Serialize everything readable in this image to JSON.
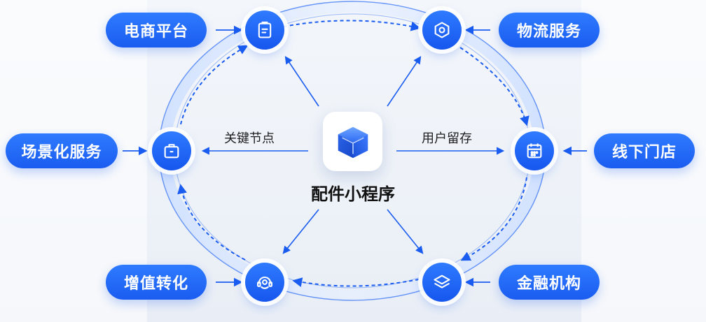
{
  "center": {
    "title": "配件小程序",
    "icon": "cube-box-icon"
  },
  "edge_labels": {
    "left": "关键节点",
    "right": "用户留存"
  },
  "pills": {
    "ecommerce": "电商平台",
    "logistics": "物流服务",
    "scene": "场景化服务",
    "offline": "线下门店",
    "value": "增值转化",
    "finance": "金融机构"
  },
  "nodes": {
    "ecommerce": "clipboard-icon",
    "logistics": "hexagon-gear-icon",
    "scene": "briefcase-icon",
    "offline": "calendar-icon",
    "value": "customer-service-icon",
    "finance": "layers-icon"
  },
  "colors": {
    "accent": "#1a5cf0",
    "accent_light": "#2f7bff"
  }
}
